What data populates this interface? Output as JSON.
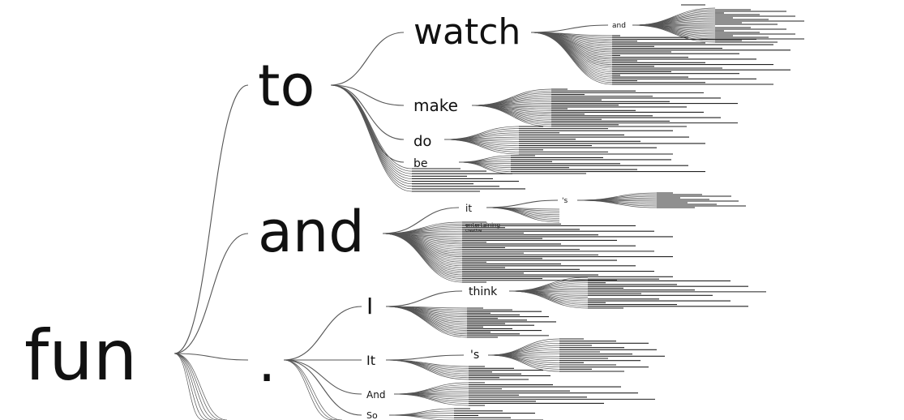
{
  "tree": {
    "root": {
      "word": "fun"
    },
    "level1": [
      {
        "id": "to",
        "word": "to"
      },
      {
        "id": "and",
        "word": "and"
      },
      {
        "id": "period",
        "word": "."
      }
    ],
    "level2": [
      {
        "id": "watch",
        "word": "watch",
        "parent": "to"
      },
      {
        "id": "make",
        "word": "make",
        "parent": "to"
      },
      {
        "id": "do",
        "word": "do",
        "parent": "to"
      },
      {
        "id": "be",
        "word": "be",
        "parent": "to"
      },
      {
        "id": "it",
        "word": "it",
        "parent": "and"
      },
      {
        "id": "entertaining",
        "word": "entertaining",
        "parent": "and"
      },
      {
        "id": "creative",
        "word": "creative",
        "parent": "and"
      },
      {
        "id": "I",
        "word": "I",
        "parent": "period"
      },
      {
        "id": "It",
        "word": "It",
        "parent": "period"
      },
      {
        "id": "And",
        "word": "And",
        "parent": "period"
      },
      {
        "id": "So",
        "word": "So",
        "parent": "period"
      }
    ],
    "level3": [
      {
        "id": "watch-and",
        "word": "and",
        "parent": "watch"
      },
      {
        "id": "it-s",
        "word": "'s",
        "parent": "it"
      },
      {
        "id": "I-think",
        "word": "think",
        "parent": "I"
      },
      {
        "id": "It-s",
        "word": "'s",
        "parent": "It"
      }
    ]
  },
  "colors": {
    "text": "#111111",
    "edge": "#555555",
    "line": "#222222",
    "background": "#ffffff"
  }
}
